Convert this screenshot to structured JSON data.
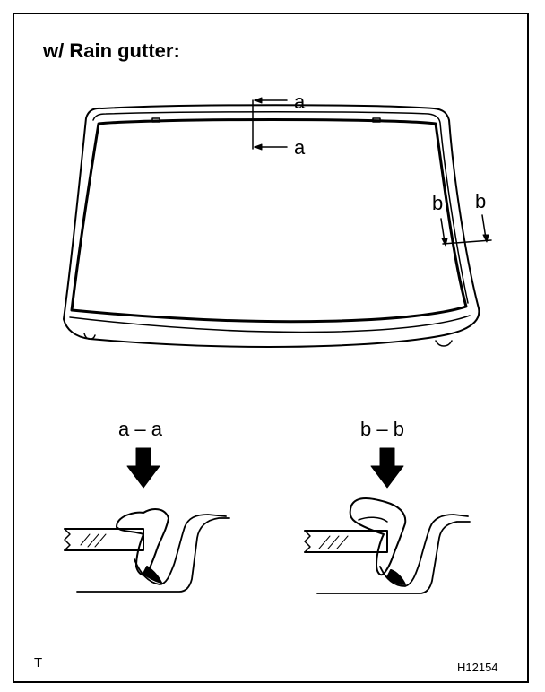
{
  "title": "w/ Rain gutter:",
  "top_section_label": "a",
  "side_section_label": "b",
  "section_a_title": "a – a",
  "section_b_title": "b – b",
  "corner_left": "T",
  "figure_code": "H12154"
}
